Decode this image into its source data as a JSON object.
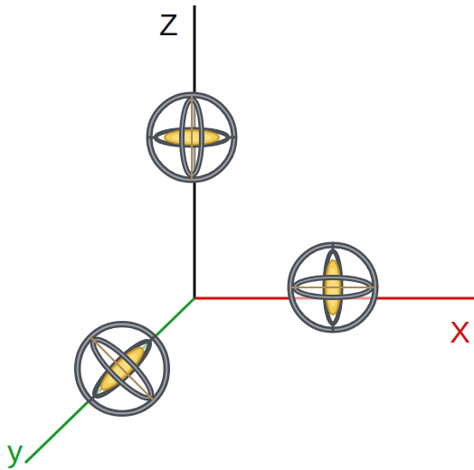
{
  "diagram": {
    "labels": [
      "Z",
      "X",
      "y"
    ]
  }
}
